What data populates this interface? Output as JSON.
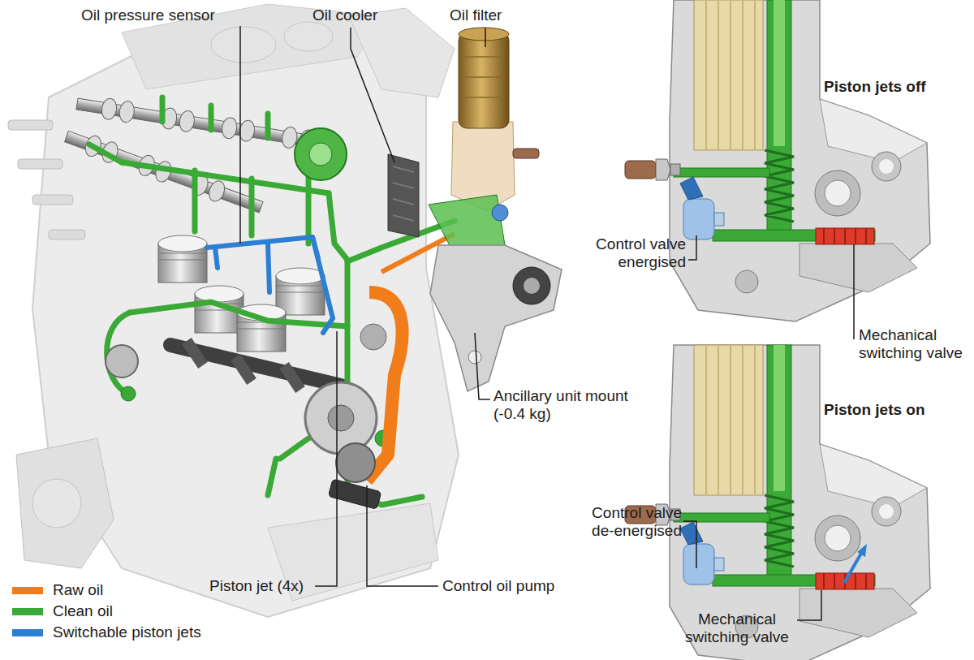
{
  "diagram": {
    "labels": [
      "Oil pressure sensor",
      "Oil cooler",
      "Oil filter",
      "Piston jets off",
      "Control valve energised",
      "Mechanical switching valve",
      "Ancillary unit mount (-0.4 kg)",
      "Piston jets on",
      "Control valve de-energised",
      "Mechanical switching valve",
      "Piston jet (4x)",
      "Control oil pump"
    ],
    "legend": [
      {
        "text": "Raw oil",
        "color": "#f07d1a"
      },
      {
        "text": "Clean oil",
        "color": "#3aa935"
      },
      {
        "text": "Switchable piston jets",
        "color": "#2d7fd3"
      }
    ]
  }
}
